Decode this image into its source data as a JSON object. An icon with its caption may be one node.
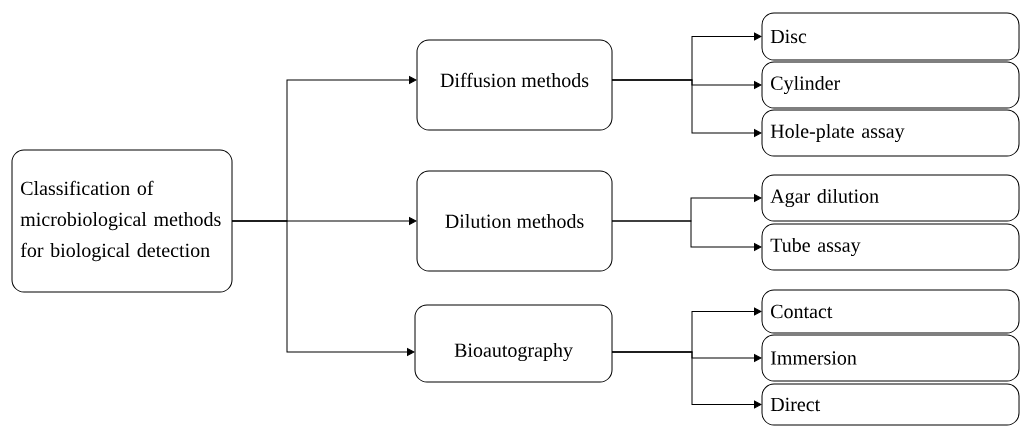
{
  "diagram": {
    "nodes": [
      {
        "text": [
          "Classification of microbiological methods for biological detection"
        ]
      },
      {
        "text": [
          "Diffusion methods"
        ]
      },
      {
        "text": [
          "Dilution methods"
        ]
      },
      {
        "text": [
          "Bioautography"
        ]
      },
      {
        "text": [
          "Disc"
        ]
      },
      {
        "text": [
          "Cylinder"
        ]
      },
      {
        "text": [
          "Hole-plate assay"
        ]
      },
      {
        "text": [
          "Agar dilution"
        ]
      },
      {
        "text": [
          "Tube assay"
        ]
      },
      {
        "text": [
          "Contact"
        ]
      },
      {
        "text": [
          "Immersion"
        ]
      },
      {
        "text": [
          "Direct"
        ]
      }
    ],
    "edges": [
      {
        "from": 0,
        "to": 1,
        "arrow": "to"
      },
      {
        "from": 0,
        "to": 2,
        "arrow": "to"
      },
      {
        "from": 0,
        "to": 3,
        "arrow": "to"
      },
      {
        "from": 1,
        "to": 4,
        "arrow": "to"
      },
      {
        "from": 1,
        "to": 5,
        "arrow": "to"
      },
      {
        "from": 1,
        "to": 6,
        "arrow": "to"
      },
      {
        "from": 2,
        "to": 7,
        "arrow": "to"
      },
      {
        "from": 2,
        "to": 8,
        "arrow": "to"
      },
      {
        "from": 3,
        "to": 9,
        "arrow": "to"
      },
      {
        "from": 3,
        "to": 10,
        "arrow": "to"
      },
      {
        "from": 3,
        "to": 11,
        "arrow": "to"
      }
    ]
  }
}
